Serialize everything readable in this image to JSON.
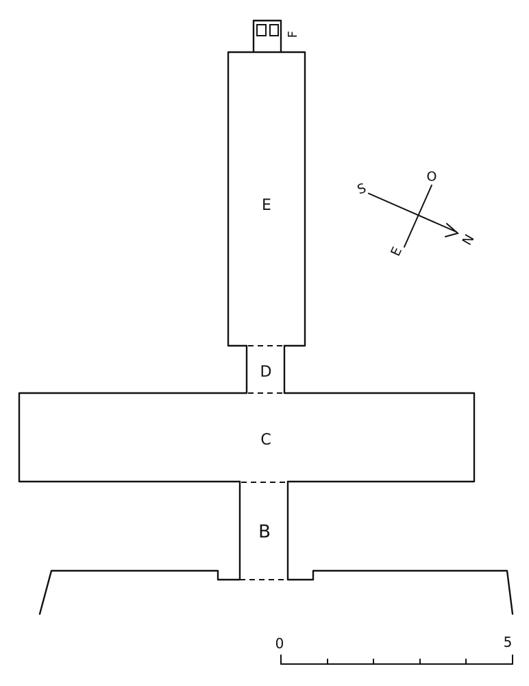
{
  "rooms": {
    "b": "B",
    "c": "C",
    "d": "D",
    "e": "E",
    "f": "F"
  },
  "compass": {
    "south": "S",
    "north": "N",
    "east": "E",
    "west": "O"
  },
  "scale": {
    "start": "0",
    "end": "5"
  }
}
